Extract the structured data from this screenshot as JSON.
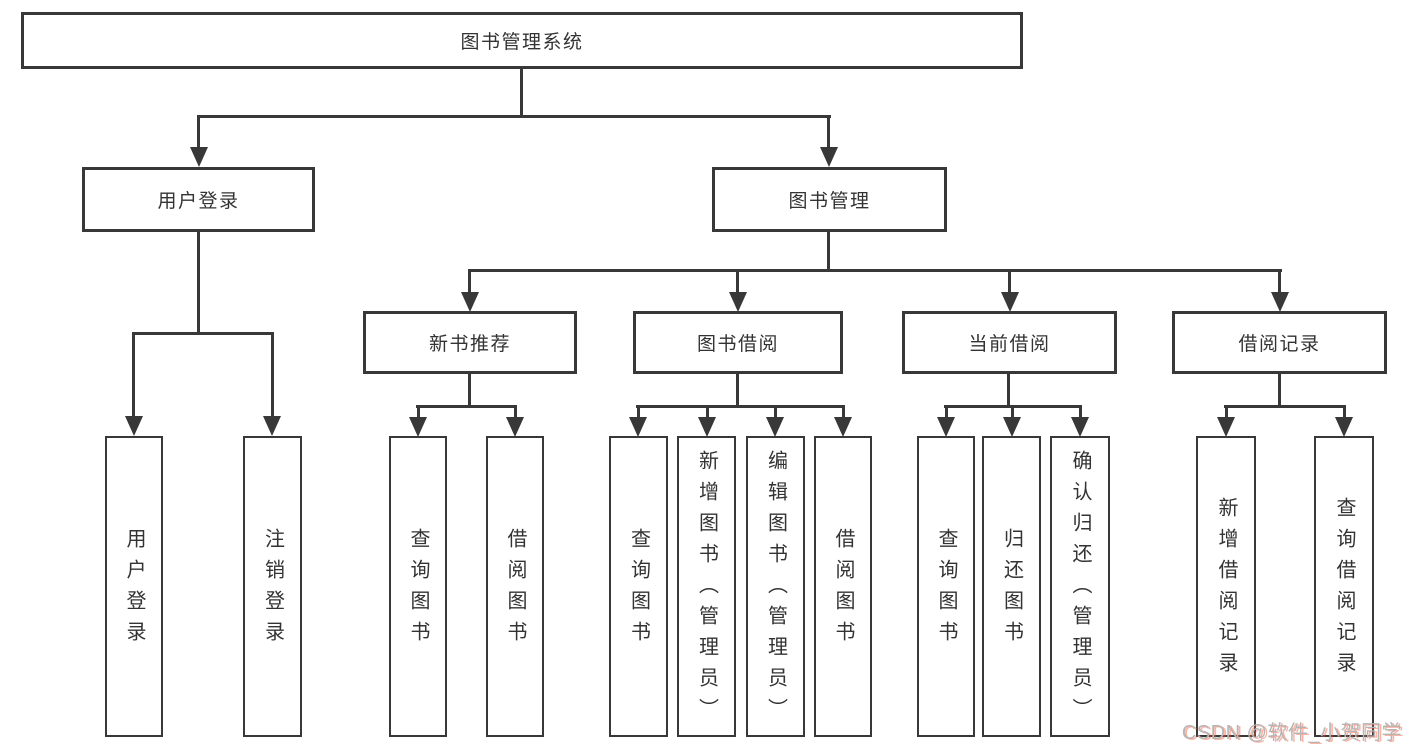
{
  "tree": {
    "root": {
      "label": "图书管理系统"
    },
    "level2": [
      {
        "label": "用户登录"
      },
      {
        "label": "图书管理"
      }
    ],
    "level3": [
      {
        "label": "新书推荐",
        "parent": "图书管理"
      },
      {
        "label": "图书借阅",
        "parent": "图书管理"
      },
      {
        "label": "当前借阅",
        "parent": "图书管理"
      },
      {
        "label": "借阅记录",
        "parent": "图书管理"
      }
    ],
    "leaves": [
      {
        "label": "用户登录",
        "parent": "用户登录"
      },
      {
        "label": "注销登录",
        "parent": "用户登录"
      },
      {
        "label": "查询图书",
        "parent": "新书推荐"
      },
      {
        "label": "借阅图书",
        "parent": "新书推荐"
      },
      {
        "label": "查询图书",
        "parent": "图书借阅"
      },
      {
        "label": "新增图书（管理员）",
        "parent": "图书借阅"
      },
      {
        "label": "编辑图书（管理员）",
        "parent": "图书借阅"
      },
      {
        "label": "借阅图书",
        "parent": "图书借阅"
      },
      {
        "label": "查询图书",
        "parent": "当前借阅"
      },
      {
        "label": "归还图书",
        "parent": "当前借阅"
      },
      {
        "label": "确认归还（管理员）",
        "parent": "当前借阅"
      },
      {
        "label": "新增借阅记录",
        "parent": "借阅记录"
      },
      {
        "label": "查询借阅记录",
        "parent": "借阅记录"
      }
    ]
  },
  "watermark": {
    "text": "CSDN @软件_小贺同学"
  },
  "colors": {
    "line": "#383838",
    "text": "#333333",
    "background": "#ffffff",
    "watermark_gray": "#b5b5b5",
    "watermark_accent": "#fc5531"
  }
}
